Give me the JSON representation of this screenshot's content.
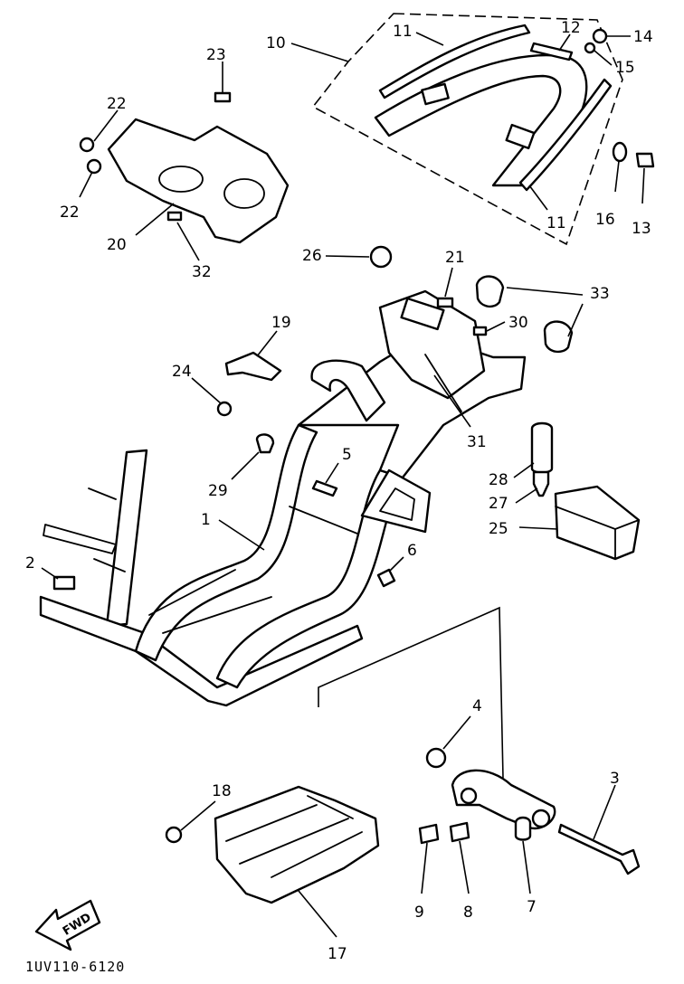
{
  "callouts": {
    "c1": "1",
    "c2": "2",
    "c3": "3",
    "c4": "4",
    "c5": "5",
    "c6": "6",
    "c7": "7",
    "c8": "8",
    "c9": "9",
    "c10": "10",
    "c11a": "11",
    "c11b": "11",
    "c12": "12",
    "c13": "13",
    "c14": "14",
    "c15": "15",
    "c16": "16",
    "c17": "17",
    "c18": "18",
    "c19": "19",
    "c20": "20",
    "c21": "21",
    "c22a": "22",
    "c22b": "22",
    "c23": "23",
    "c24": "24",
    "c25": "25",
    "c26": "26",
    "c27": "27",
    "c28": "28",
    "c29": "29",
    "c30": "30",
    "c31": "31",
    "c32": "32",
    "c33": "33"
  },
  "fwd_label": "FWD",
  "drawing_code": "1UV110-6120"
}
